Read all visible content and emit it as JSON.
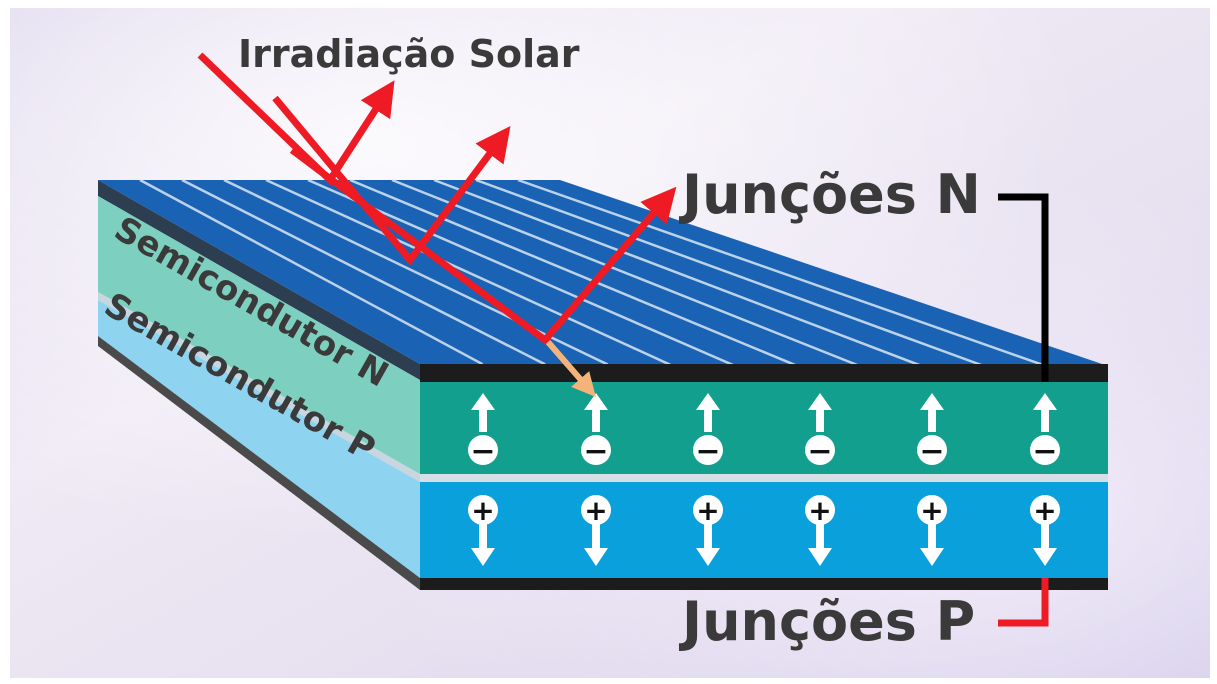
{
  "labels": {
    "solar": "Irradiação Solar",
    "junction_n": "Junções N",
    "junction_p": "Junções P",
    "semi_n": "Semicondutor N",
    "semi_p": "Semicondutor P"
  },
  "charges": {
    "n_symbol": "−",
    "p_symbol": "+",
    "n_count": 6,
    "p_count": 6
  },
  "colors": {
    "panel_top": "#1a63b4",
    "panel_line": "#d9e6f2",
    "layer_n": "#139f8d",
    "layer_n_side": "#7dcfc0",
    "layer_p": "#0aa0dc",
    "layer_p_side": "#8ed3f0",
    "contact": "#1c1c1c",
    "sun_ray": "#ee1b24",
    "electron_arrow": "#f4b37a",
    "wire_n": "#000000",
    "wire_p": "#ee1b24",
    "label_text": "#3a3a3a"
  }
}
